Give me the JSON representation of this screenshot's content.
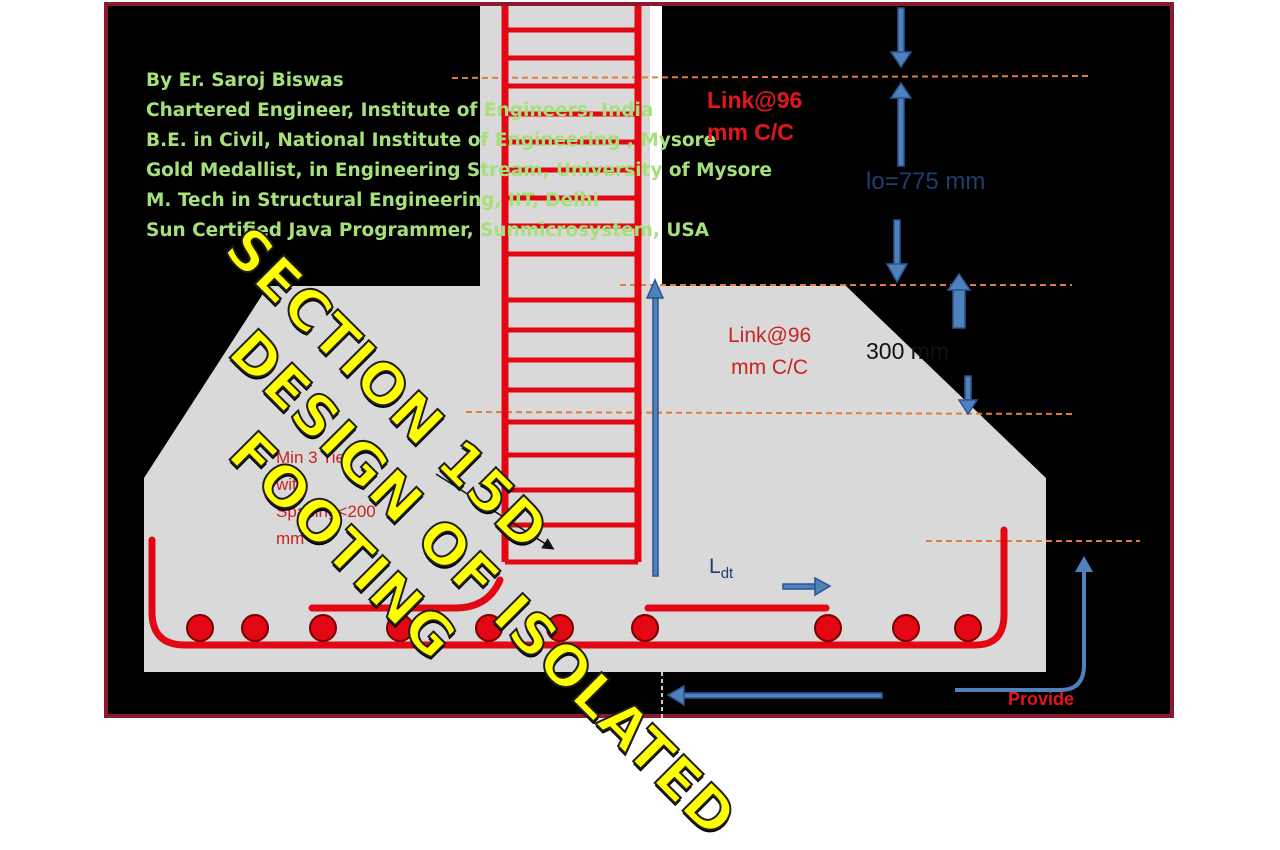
{
  "credits": [
    "By Er. Saroj Biswas",
    "Chartered Engineer, Institute of Engineers, India",
    "B.E. in Civil, National Institute of Engineering , Mysore",
    "Gold Medallist, in Engineering Stream, University of Mysore",
    "M. Tech in Structural Engineering, IIT, Delhi",
    "Sun Certified Java Programmer, Sunmicrosystem, USA"
  ],
  "labels": {
    "link_top": [
      "Link@96",
      "mm C/C"
    ],
    "lo": "lo=775 mm",
    "link_mid": [
      "Link@96",
      "mm C/C"
    ],
    "dim_300": "300 mm",
    "ties": [
      "Min 3 Ties",
      "with",
      "Spacing<200",
      "mm"
    ],
    "ldt_main": "L",
    "ldt_sub": "dt",
    "provide": "Provide"
  },
  "title": [
    "SECTION 15D",
    "DESIGN OF ISOLATED",
    "FOOTING"
  ],
  "colors": {
    "background": "#000000",
    "frame": "#8b1a2e",
    "concrete": "#d9d9d9",
    "rebar": "#e30613",
    "dimension_arrow": "#4f81bd",
    "guide_line": "#e07b39",
    "credits_text": "#a6e07a",
    "title_fill": "#ffff00"
  }
}
